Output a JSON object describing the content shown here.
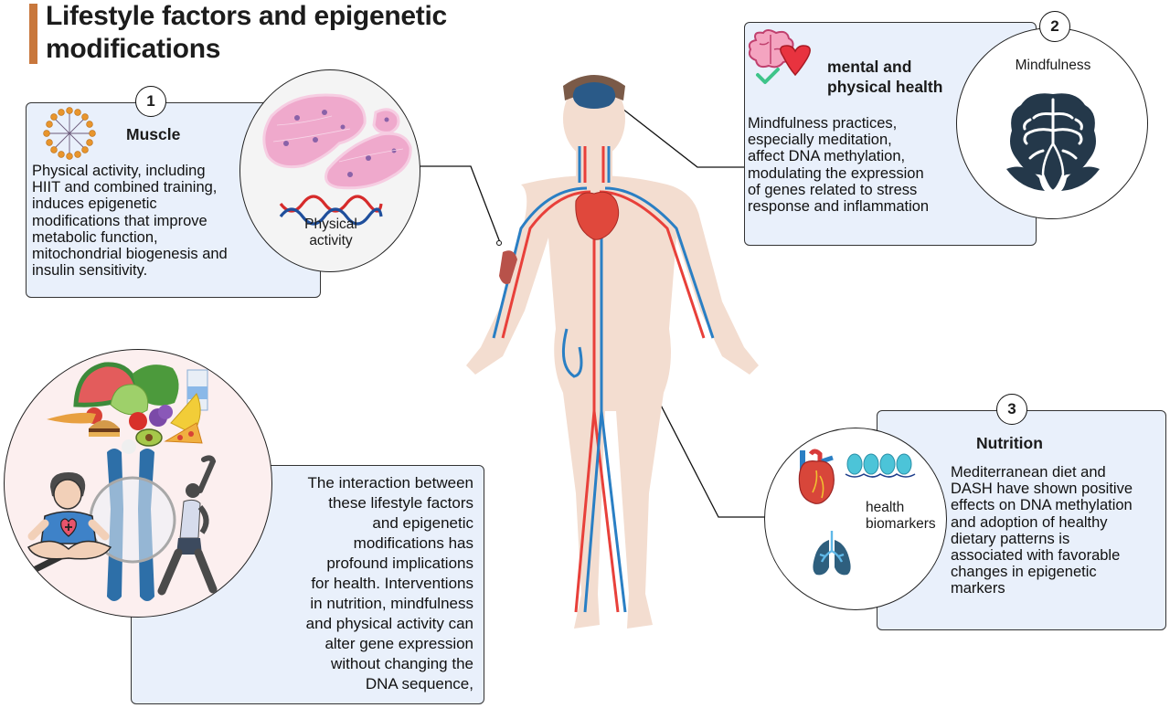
{
  "title": {
    "line1": "Lifestyle factors and epigenetic",
    "line2": "modifications",
    "accent_color": "#c8773c"
  },
  "colors": {
    "panel_bg": "#e9f0fb",
    "artery": "#e8403a",
    "vein": "#2a7fc4",
    "skin": "#f3ddd0",
    "dark_icon": "#24384a"
  },
  "sections": [
    {
      "number": "1",
      "heading": "Muscle",
      "icon": "muscle-fiber-icon",
      "text_lines": [
        "Physical activity, including",
        "HIIT and combined training,",
        "induces epigenetic",
        "modifications that improve",
        "metabolic function,",
        "mitochondrial biogenesis and",
        "insulin sensitivity."
      ],
      "circle": {
        "label_lines": [
          "Physical",
          "activity"
        ],
        "images": [
          "adipose-tissue-illustration",
          "dna-helix-icon"
        ]
      }
    },
    {
      "number": "2",
      "heading_lines": [
        "mental and",
        "physical health"
      ],
      "icon": "brain-heart-check-icon",
      "text_lines": [
        "Mindfulness practices,",
        "especially meditation,",
        "affect DNA methylation,",
        "modulating the expression",
        "of genes related to stress",
        "response and inflammation"
      ],
      "circle": {
        "label": "Mindfulness",
        "images": [
          "lotus-brain-icon"
        ]
      }
    },
    {
      "number": "3",
      "heading": "Nutrition",
      "text_lines": [
        "Mediterranean diet and",
        "DASH have shown positive",
        "effects on DNA methylation",
        "and adoption of healthy",
        "dietary patterns is",
        "associated with favorable",
        "changes in epigenetic",
        "markers"
      ],
      "circle": {
        "label_lines": [
          "health",
          "biomarkers"
        ],
        "images": [
          "heart-icon",
          "nucleosome-icon",
          "lungs-icon"
        ]
      }
    }
  ],
  "summary": {
    "text_lines": [
      "The interaction between",
      "these lifestyle factors",
      "and epigenetic",
      "modifications has",
      "profound implications",
      "for health. Interventions",
      "in nutrition, mindfulness",
      "and physical activity can",
      "alter gene expression",
      "without changing the",
      "DNA sequence,"
    ],
    "circle_images": [
      "healthy-food-group",
      "meditating-person",
      "chromosome-magnifier",
      "stretching-woman"
    ]
  },
  "center_figure": "human-circulatory-system"
}
